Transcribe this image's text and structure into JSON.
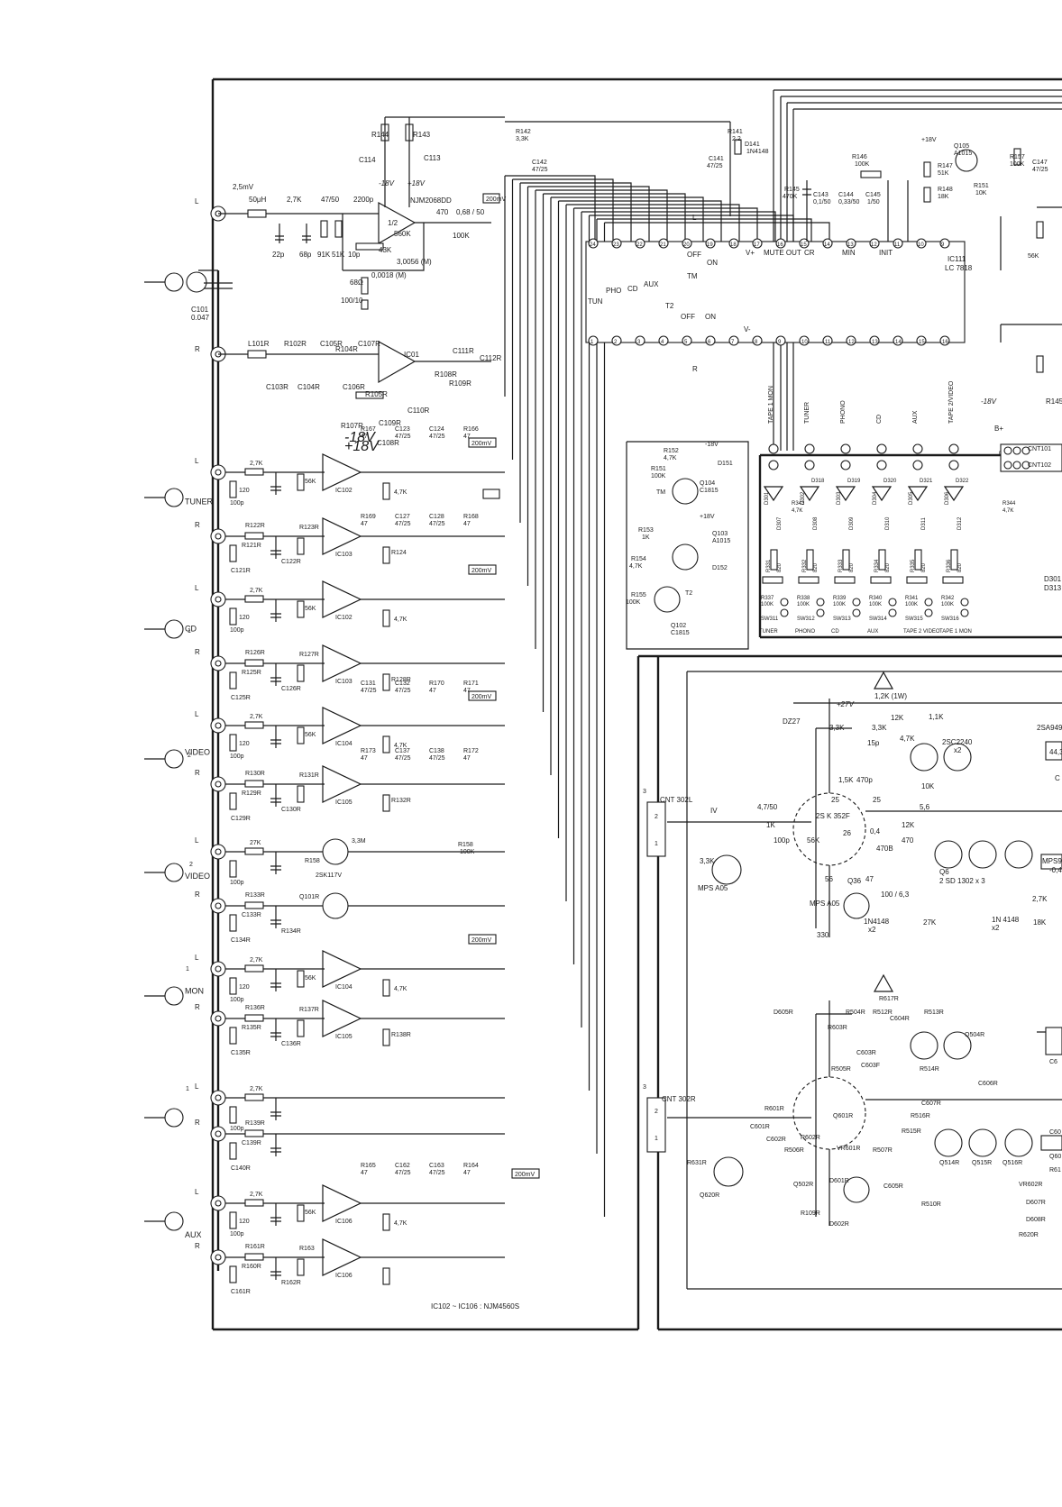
{
  "colors": {
    "ink": "#1a1a1a",
    "paper": "#ffffff"
  },
  "input_section": {
    "phono_channels": [
      "L",
      "R"
    ],
    "input_level_text": "2,5mV",
    "phono_parts": {
      "inductor": "50μH",
      "r_input": "2,7K",
      "c_coupling": "47/50",
      "c_feedback": "2200p",
      "caps": [
        "22p",
        "68p"
      ],
      "res": [
        "91K",
        "51K",
        "10p"
      ],
      "ic": "NJM2068DD",
      "opamp": "1/2",
      "r_fb": "560K",
      "r_fb2": "43K",
      "c_fb2": "3,0056 (M)",
      "c_fb3": "0,0018 (M)",
      "r_gnd": "68Ω",
      "c_gnd": "100/10",
      "r_top": [
        "R144",
        "R143"
      ],
      "r_top_val": "47",
      "caps_top": [
        "C114",
        "C113"
      ],
      "caps_top_val": "47 / 25",
      "supply_neg": "-18V",
      "supply_pos": "+18V",
      "r_out": "470",
      "c_out": "0,68 / 50",
      "r_out2": "100K",
      "c_out2": "0,0056 (M)",
      "level_box": "200mV",
      "c101": "C101",
      "c101_val": "0.047",
      "r_channel": [
        "L101R",
        "R102R",
        "C105R",
        "R104R",
        "C107R",
        "IC01",
        "R103R",
        "C103R",
        "C104R",
        "C106R",
        "R105R",
        "C110R",
        "R107R",
        "C109R",
        "C108R",
        "C111R",
        "R108R",
        "R109R",
        "C112R"
      ]
    },
    "rows": [
      {
        "label": "TUNER",
        "chL": "L",
        "chR": "R",
        "r1": "2,7K",
        "r2": "120",
        "c1": "100p",
        "r3": "56K",
        "ic": "IC102",
        "ic2": "IC103",
        "out": "4,7K",
        "refs": [
          "R122R",
          "R121R",
          "C121R",
          "C122R",
          "R123R",
          "R124"
        ],
        "level": "200mV"
      },
      {
        "label": "CD",
        "chL": "L",
        "chR": "R",
        "r1": "2,7K",
        "r2": "120",
        "c1": "100p",
        "r3": "56K",
        "ic": "IC102",
        "ic2": "IC103",
        "out": "4,7K",
        "refs": [
          "R126R",
          "R125R",
          "C125R",
          "C126R",
          "R127R",
          "R128R"
        ],
        "level": "200mV"
      },
      {
        "label": "VIDEO",
        "chL": "L",
        "chR": "R",
        "r1": "2,7K",
        "r2": "120",
        "c1": "100p",
        "r3": "56K",
        "ic": "IC104",
        "ic2": "IC105",
        "out": "4,7K",
        "refs": [
          "R130R",
          "R129R",
          "C129R",
          "C130R",
          "R131R",
          "R132R"
        ],
        "level": "200mV"
      },
      {
        "label": "VIDEO",
        "chL": "L",
        "chR": "R",
        "r1": "27K",
        "c1": "100p",
        "q1": "2SK117V",
        "r_big": "3,3M",
        "r3": "R158",
        "r3v": "100K",
        "refs": [
          "R133R",
          "C133R",
          "C134R",
          "R134R",
          "Q101R"
        ]
      },
      {
        "label": "MON",
        "chL": "L",
        "chR": "R",
        "r1": "2,7K",
        "r2": "120",
        "c1": "100p",
        "r3": "56K",
        "ic": "IC104",
        "ic2": "IC105",
        "out": "4,7K",
        "refs": [
          "R136R",
          "R135R",
          "C135R",
          "C136R",
          "R137R",
          "R138R"
        ],
        "level": "200mV"
      },
      {
        "label": "",
        "chL": "L",
        "chR": "R",
        "r1": "2,7K",
        "c1": "100p",
        "refs": [
          "R139R",
          "C139R",
          "C140R"
        ]
      },
      {
        "label": "AUX",
        "chL": "L",
        "chR": "R",
        "r1": "2,7K",
        "r2": "120",
        "c1": "100p",
        "r3": "56K",
        "ic": "IC106",
        "ic2": "IC106",
        "out": "4,7K",
        "refs": [
          "R161R",
          "R160R",
          "C161R",
          "R162R",
          "R163"
        ],
        "level": "200mV"
      }
    ],
    "supply_labels": [
      "-18V",
      "+18V"
    ],
    "upper_refs": [
      "R167",
      "47",
      "C123",
      "47/25",
      "C124",
      "47/25",
      "R166",
      "47",
      "R169",
      "47",
      "C127",
      "47/25",
      "C128",
      "47/25",
      "R168",
      "47",
      "C131",
      "47/25",
      "C132",
      "47/25",
      "R170",
      "47",
      "R171",
      "47",
      "R173",
      "47",
      "C137",
      "47/25",
      "C138",
      "47/25",
      "R172",
      "47",
      "R165",
      "47",
      "C162",
      "47/25",
      "C163",
      "47/25",
      "R164",
      "47"
    ],
    "footnote": "IC102 ~ IC106 : NJM4560S",
    "subscripts": [
      "1",
      "2",
      "2",
      "1",
      "1"
    ]
  },
  "selector": {
    "ic": "IC111",
    "ic_part": "LC 7818",
    "pins_top": [
      "24",
      "23",
      "22",
      "21",
      "20",
      "19",
      "18",
      "17",
      "16",
      "15",
      "14",
      "13",
      "12",
      "11",
      "10",
      "9"
    ],
    "pins_bottom": [
      "1",
      "2",
      "3",
      "4",
      "5",
      "6",
      "7",
      "8",
      "9",
      "10",
      "11",
      "12",
      "13",
      "14",
      "15",
      "16"
    ],
    "labels_top": [
      "V+",
      "MUTE OUT",
      "CR",
      "MIN",
      "INIT"
    ],
    "switch_labels": [
      "OFF",
      "ON",
      "OFF",
      "ON",
      "TM",
      "T2",
      "TUN",
      "PHO",
      "CD",
      "AUX"
    ],
    "v_minus": "V-",
    "ch_labels": [
      "L",
      "R"
    ],
    "vertical_labels": [
      "TAPE 1 MON",
      "TUNER",
      "PHONO",
      "CD",
      "AUX",
      "TAPE 2/VIDEO"
    ],
    "supply": "-18V",
    "b_plus": "B+",
    "top_parts": [
      "R142",
      "3,3K",
      "C142",
      "47/25",
      "R141",
      "2,2",
      "D141",
      "1N4148",
      "C141",
      "47/25",
      "R146",
      "100K",
      "R145",
      "470K",
      "C143",
      "0,1/50",
      "C144",
      "0,33/50",
      "C145",
      "1/50",
      "R147",
      "51K",
      "R148",
      "18K",
      "Q105",
      "A1015",
      "R151",
      "10K",
      "R157",
      "100K",
      "C147",
      "47/25",
      "+18V",
      "56K"
    ],
    "mon_parts": [
      "R152",
      "4,7K",
      "R151",
      "100K",
      "TM",
      "Q104",
      "C1815",
      "D151",
      "R153",
      "1K",
      "Q103",
      "A1015",
      "+18V",
      "R154",
      "4,7K",
      "D152",
      "R155",
      "100K",
      "Q102",
      "C1815",
      "T2",
      "-18V"
    ],
    "r145r": "R145R",
    "minus18": "-18V"
  },
  "indicator_board": {
    "connector": "CNT101",
    "connector2": "CNT102",
    "leds": [
      "D301",
      "D302",
      "D303",
      "D304",
      "D305",
      "D306",
      "D307",
      "D308",
      "D309",
      "D310",
      "D311",
      "D312",
      "D313"
    ],
    "diodes_top": [
      "D318",
      "D319",
      "D320",
      "D321",
      "D322"
    ],
    "resistors": [
      "R331",
      "R332",
      "R333",
      "R334",
      "R335",
      "R336",
      "R343",
      "R344"
    ],
    "res_val": "820",
    "r343v": "4,7K",
    "r344v": "4,7K",
    "switches": [
      {
        "r": "R337",
        "rv": "100K",
        "sw": "SW311",
        "label": "TUNER"
      },
      {
        "r": "R338",
        "rv": "100K",
        "sw": "SW312",
        "label": "PHONO"
      },
      {
        "r": "R339",
        "rv": "100K",
        "sw": "SW313",
        "label": "CD"
      },
      {
        "r": "R340",
        "rv": "100K",
        "sw": "SW314",
        "label": "AUX"
      },
      {
        "r": "R341",
        "rv": "100K",
        "sw": "SW315",
        "label": "TAPE 2 VIDEO"
      },
      {
        "r": "R342",
        "rv": "100K",
        "sw": "SW316",
        "label": "TAPE 1 MON"
      }
    ],
    "side": [
      "D301",
      "D313"
    ]
  },
  "power_amp": {
    "connector_L": "CNT 302L",
    "connector_R": "CNT 302R",
    "pins": [
      "3",
      "2",
      "1",
      "3",
      "2",
      "1"
    ],
    "box_iv": "IV",
    "upper": {
      "supply": "+27V",
      "zener": "DZ27",
      "r1": "3,3K",
      "r2": "1,2K (1W)",
      "r3": "12K",
      "r4": "3,3K",
      "r5": "1,1K",
      "c1": "15p",
      "r6": "4,7K",
      "q1": "2SC2240",
      "q1n": "x2",
      "r7": "1,5K",
      "c2": "470p",
      "r8": "10K",
      "cin": "4,7/50",
      "rin": "1K",
      "cin2": "100p",
      "q2": "2S K 352F",
      "n1": "25",
      "n2": "25",
      "r9": "56K",
      "r10": "0,4",
      "r11": "470B",
      "r12": "12K",
      "r13": "470",
      "r14": "5,6",
      "n3": "26",
      "q3": "2 SD 1302 x 3",
      "q4": "Q6",
      "r15": "56",
      "r16": "47",
      "q5": "Q36",
      "q6": "MPS A05",
      "c3": "100 / 6,3",
      "d1": "1N4148",
      "d1n": "x2",
      "r17": "27K",
      "r18": "330",
      "q7": "MPS A05",
      "r19": "3,3K",
      "tr": "2SA949",
      "tr_val": "44,3",
      "q8": "MPS96",
      "r20": "-0,4",
      "r21": "2,7K",
      "d2": "1N 4148",
      "d2n": "x2",
      "r22": "18K",
      "cap": "C"
    },
    "lower": {
      "d1": "D605R",
      "r1": "R504R",
      "r2": "R512R",
      "r3": "R513R",
      "r4": "R603R",
      "c1": "C604R",
      "q1": "Q504R",
      "r5": "R617R",
      "c2": "C603R",
      "c3": "C603F",
      "r6": "R505R",
      "r7": "R514R",
      "c4": "C606R",
      "c5": "C607R",
      "r8": "R516R",
      "r9": "R601R",
      "c6": "C601R",
      "c7": "C602R",
      "q2": "Q601R",
      "r10": "R602R",
      "r11": "R506R",
      "r12": "VR601R",
      "r13": "R507R",
      "r14": "R515R",
      "q3": "Q514R",
      "q4": "Q515R",
      "q5": "Q516R",
      "q6": "Q502R",
      "d2": "D601R",
      "d3": "D602R",
      "c8": "C605R",
      "r15": "R510R",
      "r16": "R109R",
      "r17": "R631R",
      "q7": "Q620R",
      "vr": "VR602R",
      "d4": "D607R",
      "d5": "D608R",
      "r18": "R620R",
      "c9": "C60",
      "r19": "R61",
      "q8": "Q60",
      "c10": "C6"
    }
  }
}
